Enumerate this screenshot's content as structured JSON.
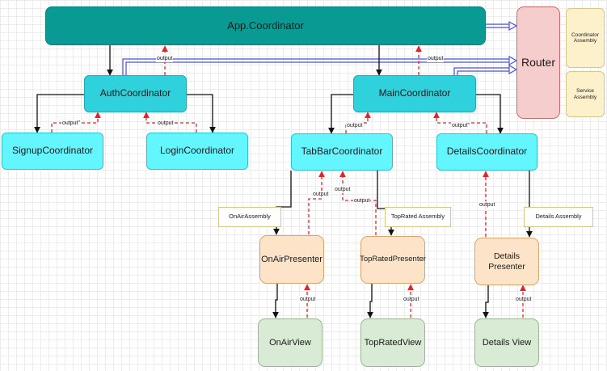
{
  "nodes": {
    "app_coordinator": "App.Coordinator",
    "router": "Router",
    "coordinator_assembly": "Coordinator Assembly",
    "service_assembly": "Service Assembly",
    "auth_coordinator": "AuthCoordinator",
    "main_coordinator": "MainCoordinator",
    "signup_coordinator": "SignupCoordinator",
    "login_coordinator": "LoginCoordinator",
    "tabbar_coordinator": "TabBarCoordinator",
    "details_coordinator": "DetailsCoordinator",
    "onair_assembly": "OnAirAssembly",
    "toprated_assembly": "TopRated Assembly",
    "details_assembly": "Details Assembly",
    "onair_presenter": "OnAirPresenter",
    "toprated_presenter": "TopRatedPresenter",
    "details_presenter": "Details Presenter",
    "onair_view": "OnAirView",
    "toprated_view": "TopRatedView",
    "details_view": "Details View"
  },
  "edge_labels": {
    "output": "output",
    "output_star": "output\""
  },
  "colors": {
    "solid_edge": "#111111",
    "output_edge": "#e0262b",
    "router_edge": "#4a50d8"
  }
}
